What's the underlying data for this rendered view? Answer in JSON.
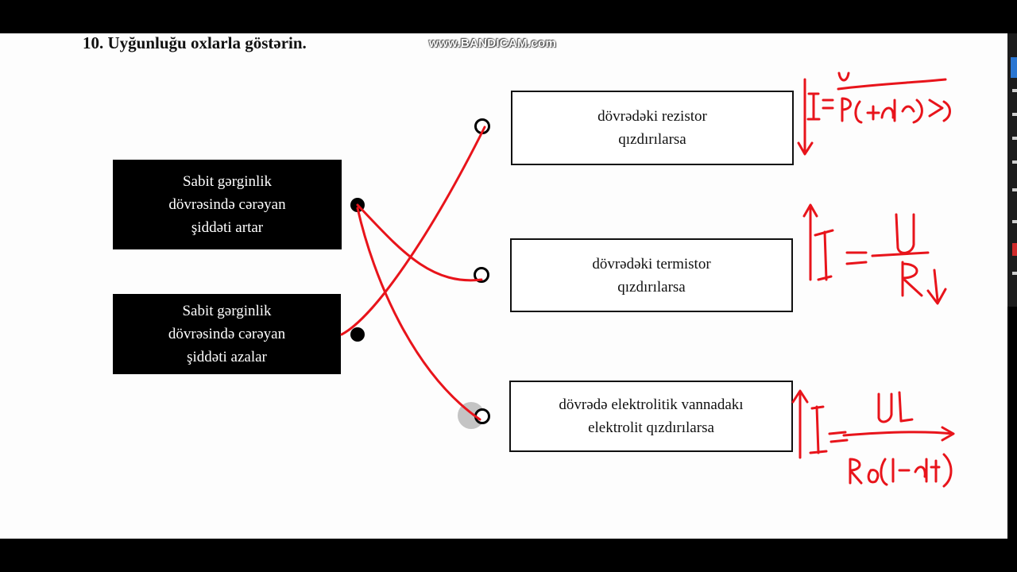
{
  "question": {
    "number_title": "10. Uyğunluğu oxlarla göstərin."
  },
  "watermark": "www.BANDICAM.com",
  "left_items": [
    {
      "lines": [
        "Sabit gərginlik",
        "dövrəsində cərəyan",
        "şiddəti artar"
      ]
    },
    {
      "lines": [
        "Sabit gərginlik",
        "dövrəsində cərəyan",
        "şiddəti azalar"
      ]
    }
  ],
  "right_items": [
    {
      "lines": [
        "dövrədəki rezistor",
        "qızdırılarsa"
      ]
    },
    {
      "lines": [
        "dövrədəki termistor",
        "qızdırılarsa"
      ]
    },
    {
      "lines": [
        "dövrədə elektrolitik vannadakı",
        "elektrolit qızdırılarsa"
      ]
    }
  ],
  "colors": {
    "ink": "#e8141b",
    "box_dark": "#000000",
    "page": "#fdfdfd"
  }
}
